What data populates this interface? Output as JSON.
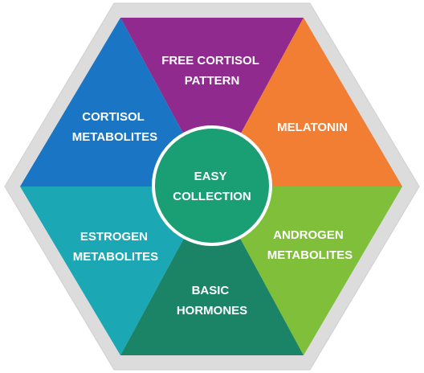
{
  "colors": {
    "frame": "#dcdcdc",
    "frame_border": "#cfcfcf",
    "purple": "#912a8f",
    "orange": "#f27e33",
    "green": "#7fbf3a",
    "teal_dark": "#1b8467",
    "teal": "#1ba7b3",
    "blue": "#1a76c4",
    "center": "#1a9e73",
    "center_border": "#ffffff",
    "text": "#ffffff"
  },
  "segments": [
    {
      "key": "free_cortisol",
      "lines": [
        "FREE CORTISOL",
        "PATTERN"
      ],
      "color": "purple"
    },
    {
      "key": "melatonin",
      "lines": [
        "MELATONIN"
      ],
      "color": "orange"
    },
    {
      "key": "androgen",
      "lines": [
        "ANDROGEN",
        "METABOLITES"
      ],
      "color": "green"
    },
    {
      "key": "basic_hormones",
      "lines": [
        "BASIC",
        "HORMONES"
      ],
      "color": "teal_dark"
    },
    {
      "key": "estrogen",
      "lines": [
        "ESTROGEN",
        "METABOLITES"
      ],
      "color": "teal"
    },
    {
      "key": "cortisol_metabolites",
      "lines": [
        "CORTISOL",
        "METABOLITES"
      ],
      "color": "blue"
    }
  ],
  "center": {
    "lines": [
      "EASY",
      "COLLECTION"
    ]
  }
}
